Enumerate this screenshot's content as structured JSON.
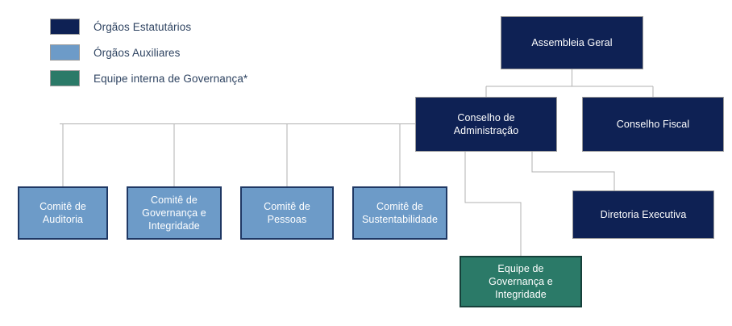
{
  "legend": {
    "items": [
      {
        "label": "Órgãos Estatutários",
        "color": "#0e2154",
        "swatch": "statutory-swatch"
      },
      {
        "label": "Órgãos Auxiliares",
        "color": "#6d9bc8",
        "swatch": "auxiliary-swatch"
      },
      {
        "label": "Equipe interna de Governança*",
        "color": "#2b7a68",
        "swatch": "governance-swatch"
      }
    ]
  },
  "nodes": {
    "assembleia": {
      "label": "Assembleia Geral",
      "type": "Órgãos Estatutários"
    },
    "conselho_administracao": {
      "label": "Conselho de\nAdministração",
      "type": "Órgãos Estatutários"
    },
    "conselho_fiscal": {
      "label": "Conselho Fiscal",
      "type": "Órgãos Estatutários"
    },
    "diretoria_executiva": {
      "label": "Diretoria Executiva",
      "type": "Órgãos Estatutários"
    },
    "equipe_governanca": {
      "label": "Equipe de\nGovernança e\nIntegridade",
      "type": "Equipe interna de Governança*"
    },
    "comite_auditoria": {
      "label": "Comitê de\nAuditoria",
      "type": "Órgãos Auxiliares"
    },
    "comite_governanca": {
      "label": "Comitê de\nGovernança e\nIntegridade",
      "type": "Órgãos Auxiliares"
    },
    "comite_pessoas": {
      "label": "Comitê de\nPessoas",
      "type": "Órgãos Auxiliares"
    },
    "comite_sustentabilidade": {
      "label": "Comitê de\nSustentabilidade",
      "type": "Órgãos Auxiliares"
    }
  },
  "colors": {
    "statutory": "#0e2154",
    "auxiliary": "#6d9bc8",
    "auxiliary_border": "#1f3864",
    "governance": "#2b7a68",
    "governance_border": "#16403a",
    "connector": "#b0b0b0",
    "legend_text": "#2e4361",
    "node_text": "#ffffff",
    "background": "#ffffff"
  }
}
